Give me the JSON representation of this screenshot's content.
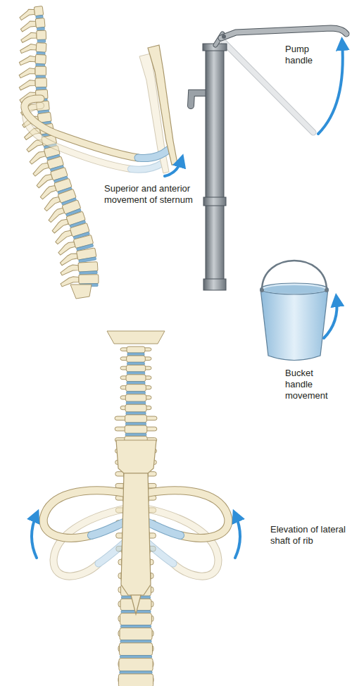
{
  "diagram": {
    "labels": [
      "Pump handle",
      "Superior and anterior movement of sternum",
      "Bucket handle movement",
      "Elevation of lateral shaft of rib"
    ]
  }
}
